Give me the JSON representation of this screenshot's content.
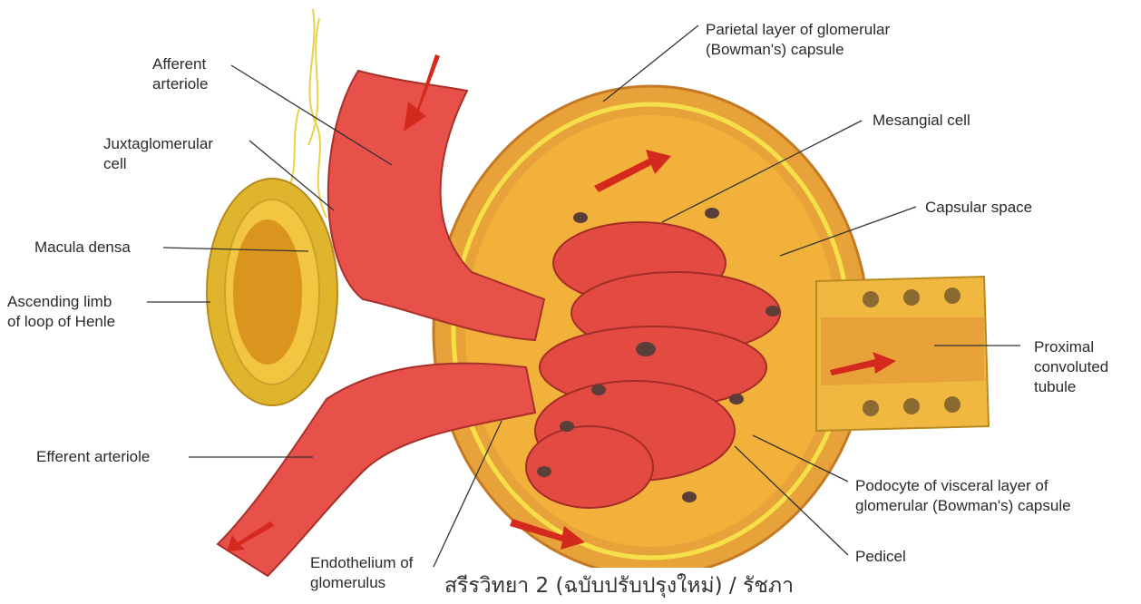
{
  "labels": {
    "afferent_arteriole": "Afferent\narteriole",
    "juxtaglomerular_cell": "Juxtaglomerular\ncell",
    "macula_densa": "Macula densa",
    "ascending_limb": "Ascending limb\nof loop of Henle",
    "efferent_arteriole": "Efferent arteriole",
    "endothelium": "Endothelium of\nglomerulus",
    "parietal_layer": "Parietal layer of glomerular\n(Bowman's) capsule",
    "mesangial_cell": "Mesangial cell",
    "capsular_space": "Capsular space",
    "proximal_tubule": "Proximal\nconvoluted\ntubule",
    "podocyte": "Podocyte of visceral layer of\nglomerular (Bowman's) capsule",
    "pedicel": "Pedicel"
  },
  "caption": "สรีรวิทยา 2 (ฉบับปรับปรุงใหม่) / รัชภา",
  "colors": {
    "capsule_outer": "#e8a23a",
    "capsule_inner": "#f2b13b",
    "capsule_edge": "#f5e04a",
    "vessel": "#e8504a",
    "vessel_dark": "#c23a33",
    "tubule_cell": "#e9c338",
    "nucleus": "#6b5a3a",
    "arrow": "#d42a1e",
    "leader_line": "#333333"
  }
}
